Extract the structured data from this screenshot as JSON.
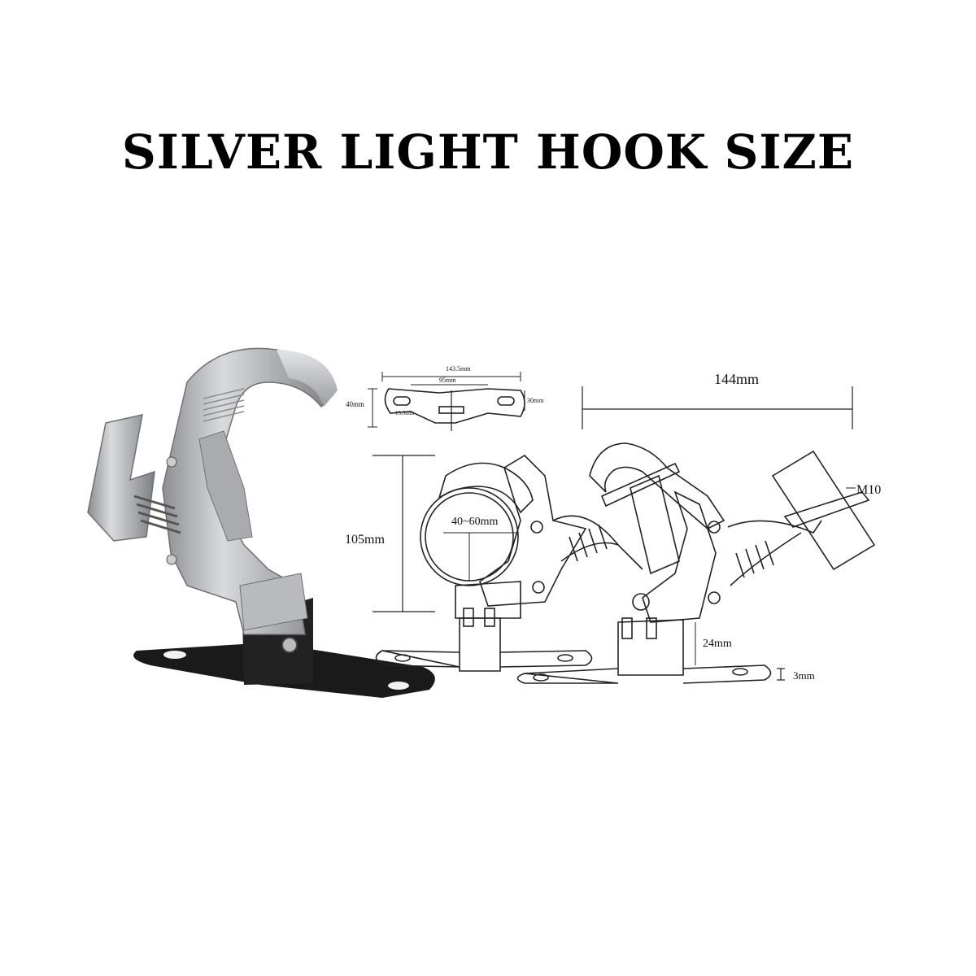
{
  "title": "SILVER LIGHT HOOK SIZE",
  "dimensions": {
    "plate_length": "143.5mm",
    "hole_spacing": "95mm",
    "plate_width": "40mm",
    "slot": "15.3mm",
    "plate_depth": "30mm",
    "hook_length": "144mm",
    "hook_height": "105mm",
    "tube_range": "40~60mm",
    "bolt": "M10",
    "base_height": "24mm",
    "plate_thickness": "3mm"
  }
}
